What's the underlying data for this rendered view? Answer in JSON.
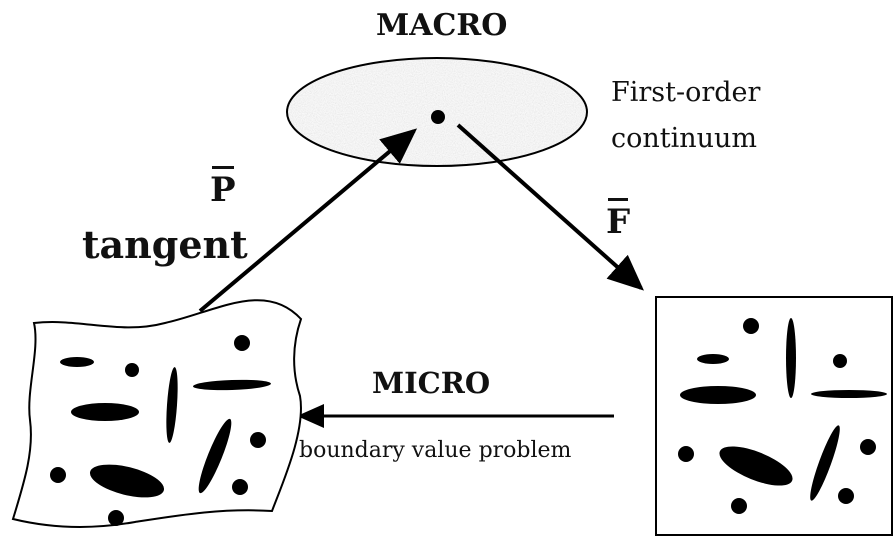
{
  "macro": {
    "title": "MACRO",
    "description_line1": "First-order",
    "description_line2": "continuum"
  },
  "arrows": {
    "up_symbol": "P",
    "up_label": "tangent",
    "down_symbol": "F"
  },
  "micro": {
    "title": "MICRO",
    "subtitle": "boundary value problem"
  },
  "colors": {
    "ink": "#000000",
    "macro_fill": "#dcdcdc"
  }
}
